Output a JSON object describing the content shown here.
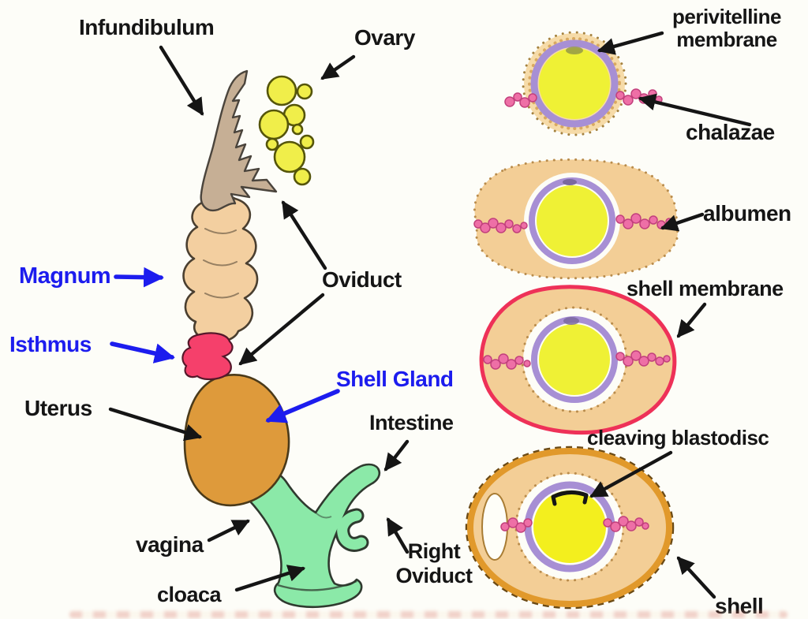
{
  "figure": {
    "subject": "avian reproductive tract and egg formation stages"
  },
  "labels": {
    "infundibulum": "Infundibulum",
    "ovary": "Ovary",
    "magnum": "Magnum",
    "isthmus": "Isthmus",
    "uterus": "Uterus",
    "oviduct": "Oviduct",
    "shell_gland": "Shell Gland",
    "intestine": "Intestine",
    "vagina": "vagina",
    "cloaca": "cloaca",
    "right_oviduct": "Right Oviduct",
    "perivitelline_membrane": "perivitelline membrane",
    "chalazae": "chalazae",
    "albumen": "albumen",
    "shell_membrane": "shell membrane",
    "cleaving_blastodisc": "cleaving blastodisc",
    "shell": "shell"
  },
  "colors": {
    "label_black": "#151515",
    "label_blue": "#1c1cee",
    "infundibulum_tan": "#c6af95",
    "ovary_yellow": "#f0ee4a",
    "magnum_peach": "#f3cfa0",
    "isthmus_red": "#f5406b",
    "uterus_orange": "#de9a3b",
    "vagina_green": "#8be9a8",
    "yolk_yellow": "#eff135",
    "perivitelline_purple": "#a78fd4",
    "albumen_tan": "#f3ce96",
    "chalazae_pink": "#ee6fa6",
    "shell_membrane_red": "#ee3158",
    "shell_orange": "#e1992b"
  }
}
